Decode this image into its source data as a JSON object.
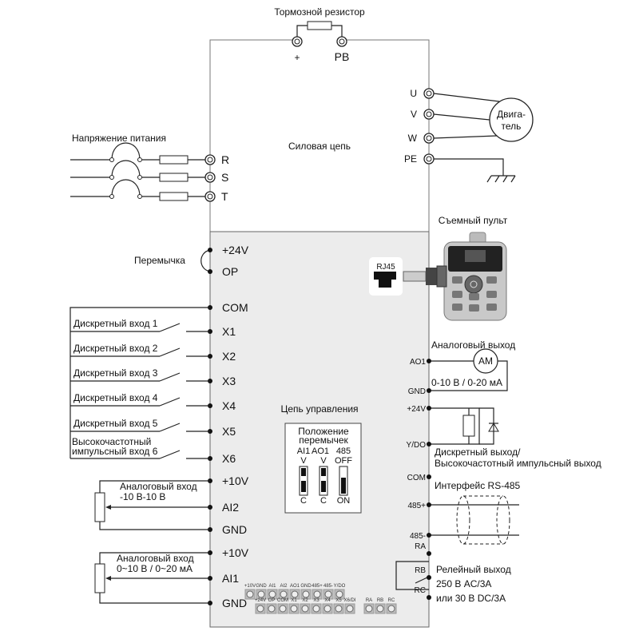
{
  "power": {
    "brake_resistor": "Тормозной резистор",
    "brake_plus": "+",
    "brake_pb": "PB",
    "supply": "Напряжение питания",
    "circuit": "Силовая цепь",
    "inputs": [
      "R",
      "S",
      "T"
    ],
    "outputs": [
      "U",
      "V",
      "W",
      "PE"
    ],
    "motor": [
      "Двига-",
      "тель"
    ]
  },
  "keypad": {
    "title": "Съемный пульт",
    "rj45": "RJ45"
  },
  "control": {
    "title": "Цепь управления",
    "jumper_label": "Перемычка",
    "left_terminals": [
      "+24V",
      "OP",
      "COM",
      "X1",
      "X2",
      "X3",
      "X4",
      "X5",
      "X6",
      "+10V",
      "AI2",
      "GND",
      "+10V",
      "AI1",
      "GND"
    ],
    "digital_inputs": [
      "Дискретный вход 1",
      "Дискретный вход 2",
      "Дискретный вход 3",
      "Дискретный вход 4",
      "Дискретный вход 5"
    ],
    "hf_input": [
      "Высокочастотный",
      "импульсный вход 6"
    ],
    "analog_in_1": [
      "Аналоговый вход",
      "-10 В-10 В"
    ],
    "analog_in_2": [
      "Аналоговый вход",
      "0~10 В / 0~20 мА"
    ],
    "jumpers": {
      "title": [
        "Положение",
        "перемычек"
      ],
      "columns": [
        {
          "name": "AI1",
          "top": "V",
          "bottom": "C"
        },
        {
          "name": "AO1",
          "top": "V",
          "bottom": "C"
        },
        {
          "name": "485",
          "top": "OFF",
          "bottom": "ON"
        }
      ]
    },
    "right_terminals": [
      "AO1",
      "GND",
      "+24V",
      "Y/DO",
      "COM",
      "485+",
      "485-",
      "RA",
      "RB",
      "RC"
    ],
    "analog_out": "Аналоговый выход",
    "am": "AM",
    "analog_out_range": "0-10 В / 0-20 мА",
    "do_label": [
      "Дискретный выход/",
      "Высокочастотный импульсный выход"
    ],
    "rs485": "Интерфейс RS-485",
    "relay": [
      "Релейный выход",
      "250 В AC/3A",
      "или 30 В DC/3A"
    ],
    "strip_top": [
      "+10V",
      "GND",
      "AI1",
      "AI2",
      "AO1",
      "GND",
      "485+",
      "485-",
      "Y/DO"
    ],
    "strip_bottom": [
      "+24V",
      "OP",
      "COM",
      "X1",
      "X2",
      "X3",
      "X4",
      "X5",
      "X6/DI"
    ],
    "strip_relay": [
      "RA",
      "RB",
      "RC"
    ]
  }
}
